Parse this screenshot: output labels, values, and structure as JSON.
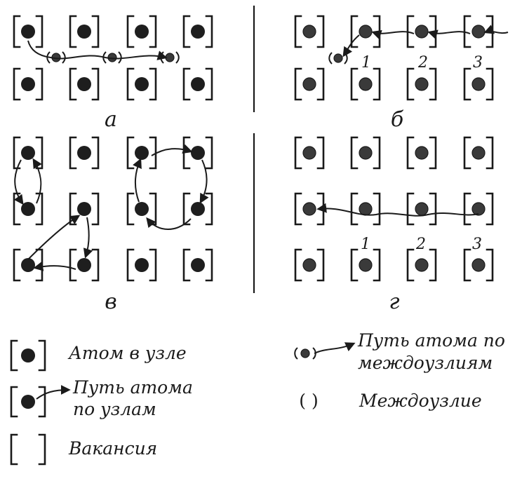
{
  "panels": {
    "a": "а",
    "b": "б",
    "v": "в",
    "g": "г"
  },
  "numbers": {
    "b": [
      "1",
      "2",
      "3"
    ],
    "g": [
      "1",
      "2",
      "3"
    ]
  },
  "legend": {
    "atom_in_site": "Атом в узле",
    "path_by_sites_line1": "Путь атома",
    "path_by_sites_line2": "по узлам",
    "vacancy": "Вакансия",
    "path_interstitial_line1": "Путь атома по",
    "path_interstitial_line2": "междоузлиям",
    "interstitial": "Междоузлие",
    "interstitial_symbol": "(   )"
  },
  "colors": {
    "ink": "#1a1a1a",
    "background": "#ffffff"
  }
}
